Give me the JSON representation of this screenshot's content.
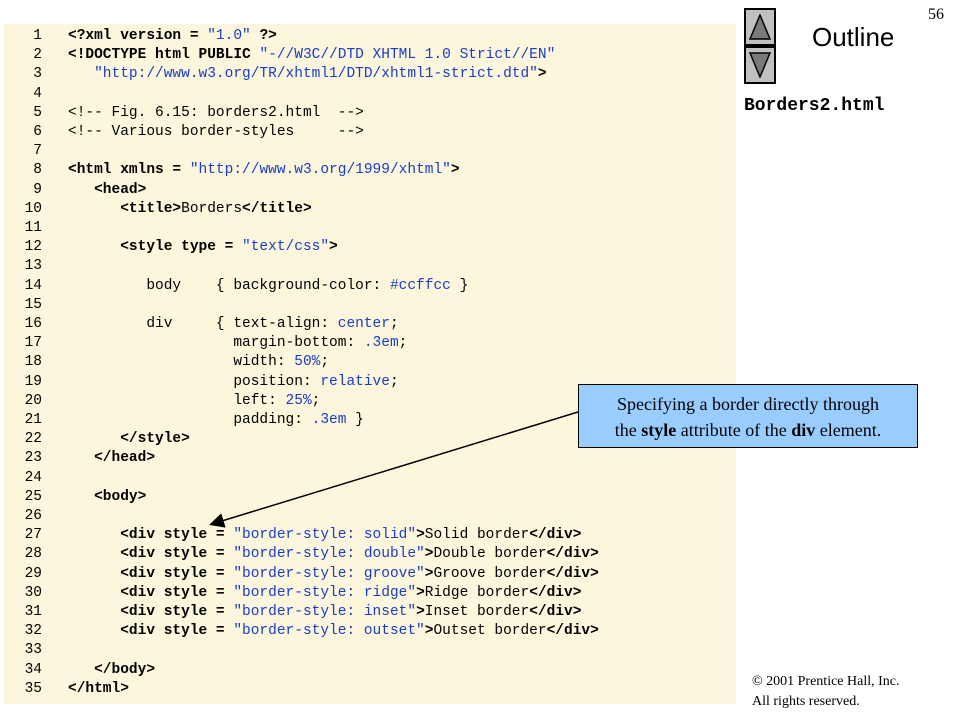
{
  "slide_number": "56",
  "outline_label": "Outline",
  "file_title": "Borders2.html",
  "callout": {
    "line1": "Specifying a border directly through",
    "line2_pre": "the ",
    "line2_b1": "style",
    "line2_mid": " attribute of the ",
    "line2_b2": "div",
    "line2_post": " element."
  },
  "copyright": {
    "line1": "© 2001 Prentice Hall, Inc.",
    "line2": "All rights reserved."
  },
  "code_lines": [
    {
      "n": "1",
      "segs": [
        [
          "tag",
          "<?xml version = "
        ],
        [
          "str",
          "\"1.0\""
        ],
        [
          "tag",
          " ?>"
        ]
      ]
    },
    {
      "n": "2",
      "segs": [
        [
          "tag",
          "<!DOCTYPE html PUBLIC "
        ],
        [
          "str",
          "\"-//W3C//DTD XHTML 1.0 Strict//EN\""
        ]
      ]
    },
    {
      "n": "3",
      "segs": [
        [
          "tag",
          "   "
        ],
        [
          "str",
          "\"http://www.w3.org/TR/xhtml1/DTD/xhtml1-strict.dtd\""
        ],
        [
          "tag",
          ">"
        ]
      ]
    },
    {
      "n": "4",
      "segs": []
    },
    {
      "n": "5",
      "segs": [
        [
          "cmt",
          "<!-- Fig. 6.15: borders2.html  -->"
        ]
      ]
    },
    {
      "n": "6",
      "segs": [
        [
          "cmt",
          "<!-- Various border-styles     -->"
        ]
      ]
    },
    {
      "n": "7",
      "segs": []
    },
    {
      "n": "8",
      "segs": [
        [
          "tag",
          "<html xmlns = "
        ],
        [
          "str",
          "\"http://www.w3.org/1999/xhtml\""
        ],
        [
          "tag",
          ">"
        ]
      ]
    },
    {
      "n": "9",
      "segs": [
        [
          "tag",
          "   <head>"
        ]
      ]
    },
    {
      "n": "10",
      "segs": [
        [
          "tag",
          "      <title>"
        ],
        [
          "cmt",
          "Borders"
        ],
        [
          "tag",
          "</title>"
        ]
      ]
    },
    {
      "n": "11",
      "segs": []
    },
    {
      "n": "12",
      "segs": [
        [
          "tag",
          "      <style type = "
        ],
        [
          "str",
          "\"text/css\""
        ],
        [
          "tag",
          ">"
        ]
      ]
    },
    {
      "n": "13",
      "segs": []
    },
    {
      "n": "14",
      "segs": [
        [
          "prop",
          "         body    { background-color: "
        ],
        [
          "val",
          "#ccffcc"
        ],
        [
          "prop",
          " }"
        ]
      ]
    },
    {
      "n": "15",
      "segs": []
    },
    {
      "n": "16",
      "segs": [
        [
          "prop",
          "         div     { text-align: "
        ],
        [
          "val",
          "center"
        ],
        [
          "prop",
          ";"
        ]
      ]
    },
    {
      "n": "17",
      "segs": [
        [
          "prop",
          "                   margin-bottom: "
        ],
        [
          "val",
          ".3em"
        ],
        [
          "prop",
          ";"
        ]
      ]
    },
    {
      "n": "18",
      "segs": [
        [
          "prop",
          "                   width: "
        ],
        [
          "val",
          "50%"
        ],
        [
          "prop",
          ";"
        ]
      ]
    },
    {
      "n": "19",
      "segs": [
        [
          "prop",
          "                   position: "
        ],
        [
          "val",
          "relative"
        ],
        [
          "prop",
          ";"
        ]
      ]
    },
    {
      "n": "20",
      "segs": [
        [
          "prop",
          "                   left: "
        ],
        [
          "val",
          "25%"
        ],
        [
          "prop",
          ";"
        ]
      ]
    },
    {
      "n": "21",
      "segs": [
        [
          "prop",
          "                   padding: "
        ],
        [
          "val",
          ".3em"
        ],
        [
          "prop",
          " }"
        ]
      ]
    },
    {
      "n": "22",
      "segs": [
        [
          "tag",
          "      </style>"
        ]
      ]
    },
    {
      "n": "23",
      "segs": [
        [
          "tag",
          "   </head>"
        ]
      ]
    },
    {
      "n": "24",
      "segs": []
    },
    {
      "n": "25",
      "segs": [
        [
          "tag",
          "   <body>"
        ]
      ]
    },
    {
      "n": "26",
      "segs": []
    },
    {
      "n": "27",
      "segs": [
        [
          "tag",
          "      <div style = "
        ],
        [
          "str",
          "\"border-style: solid\""
        ],
        [
          "tag",
          ">"
        ],
        [
          "cmt",
          "Solid border"
        ],
        [
          "tag",
          "</div>"
        ]
      ]
    },
    {
      "n": "28",
      "segs": [
        [
          "tag",
          "      <div style = "
        ],
        [
          "str",
          "\"border-style: double\""
        ],
        [
          "tag",
          ">"
        ],
        [
          "cmt",
          "Double border"
        ],
        [
          "tag",
          "</div>"
        ]
      ]
    },
    {
      "n": "29",
      "segs": [
        [
          "tag",
          "      <div style = "
        ],
        [
          "str",
          "\"border-style: groove\""
        ],
        [
          "tag",
          ">"
        ],
        [
          "cmt",
          "Groove border"
        ],
        [
          "tag",
          "</div>"
        ]
      ]
    },
    {
      "n": "30",
      "segs": [
        [
          "tag",
          "      <div style = "
        ],
        [
          "str",
          "\"border-style: ridge\""
        ],
        [
          "tag",
          ">"
        ],
        [
          "cmt",
          "Ridge border"
        ],
        [
          "tag",
          "</div>"
        ]
      ]
    },
    {
      "n": "31",
      "segs": [
        [
          "tag",
          "      <div style = "
        ],
        [
          "str",
          "\"border-style: inset\""
        ],
        [
          "tag",
          ">"
        ],
        [
          "cmt",
          "Inset border"
        ],
        [
          "tag",
          "</div>"
        ]
      ]
    },
    {
      "n": "32",
      "segs": [
        [
          "tag",
          "      <div style = "
        ],
        [
          "str",
          "\"border-style: outset\""
        ],
        [
          "tag",
          ">"
        ],
        [
          "cmt",
          "Outset border"
        ],
        [
          "tag",
          "</div>"
        ]
      ]
    },
    {
      "n": "33",
      "segs": []
    },
    {
      "n": "34",
      "segs": [
        [
          "tag",
          "   </body>"
        ]
      ]
    },
    {
      "n": "35",
      "segs": [
        [
          "tag",
          "</html>"
        ]
      ]
    }
  ],
  "colors": {
    "code_background": "#fcf6dc",
    "callout_background": "#99ccff",
    "string_color": "#1a3cc8"
  },
  "icons": {
    "prev": "triangle-up-icon",
    "next": "triangle-down-icon"
  }
}
